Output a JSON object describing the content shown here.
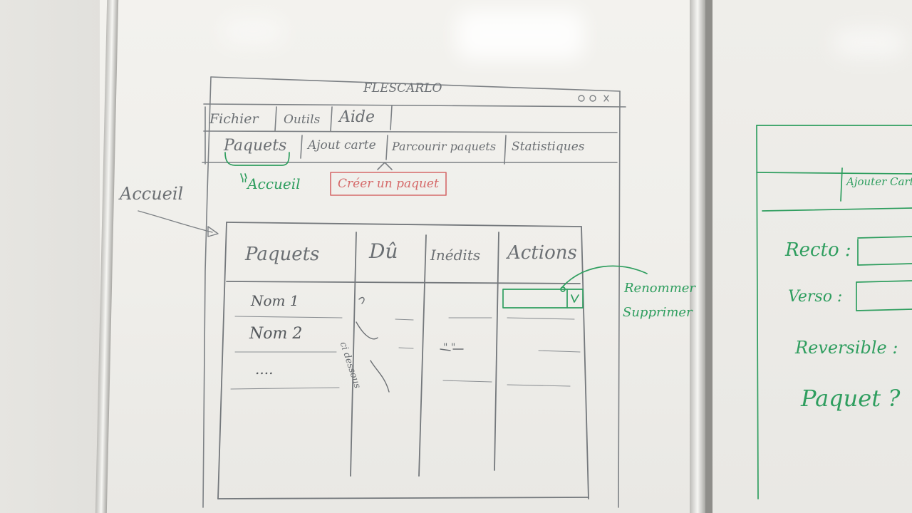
{
  "window": {
    "title": "FLESCARLO"
  },
  "menu": [
    "Fichier",
    "Outils",
    "Aide"
  ],
  "tabs": [
    "Paquets",
    "Ajout carte",
    "Parcourir paquets",
    "Statistiques"
  ],
  "labels": {
    "home_note": "\"Accueil",
    "create_button": "Créer un paquet",
    "arrow_label": "Accueil"
  },
  "table": {
    "headers": [
      "Paquets",
      "Dû",
      "Inédits",
      "Actions"
    ],
    "rows": [
      "Nom 1",
      "Nom 2",
      "...."
    ],
    "due_note": "ci dessous",
    "ditto": "\" \""
  },
  "actions_note": [
    "Renommer",
    "Supprimer"
  ],
  "right_panel": {
    "tab": "Ajouter Carte",
    "fields": [
      "Recto :",
      "Verso :",
      "Reversible :",
      "Paquet ?"
    ]
  },
  "colors": {
    "marker_grey": "#6b6f73",
    "marker_green": "#2f9e5f",
    "marker_red": "#d56a6a"
  }
}
